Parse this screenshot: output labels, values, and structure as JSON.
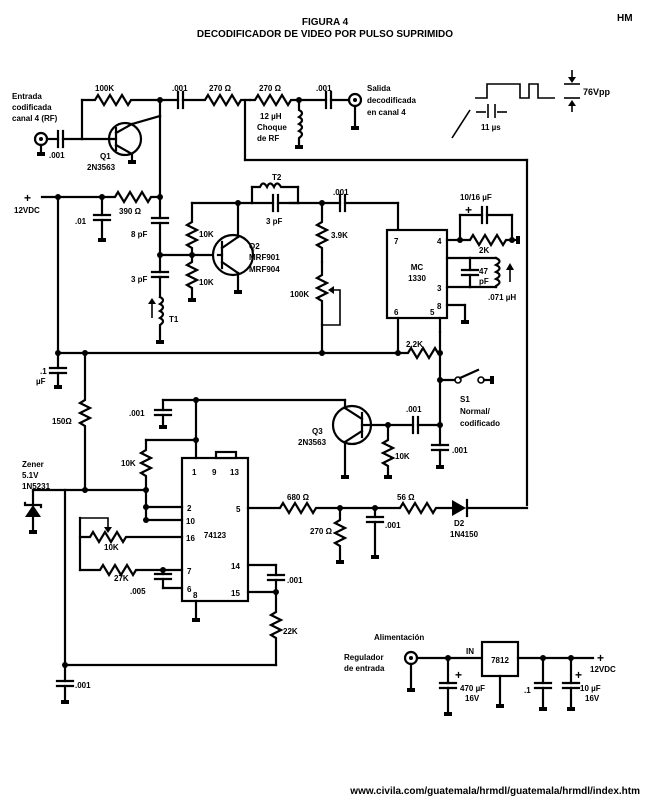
{
  "header": {
    "title": "FIGURA 4",
    "subtitle": "DECODIFICADOR DE VIDEO POR PULSO SUPRIMIDO",
    "initials": "HM"
  },
  "footer": {
    "url": "www.civila.com/guatemala/hrmdl/guatemala/hrmdl/index.htm"
  },
  "labels": {
    "input_line1": "Entrada",
    "input_line2": "codificada",
    "input_line3": "canal 4 (RF)",
    "output_line1": "Salida",
    "output_line2": "decodificada",
    "output_line3": "en canal 4",
    "waveform_amp": "76Vpp",
    "waveform_time": "11 µs",
    "supply_12v": "12VDC",
    "supply_12v_out": "12VDC",
    "alimentacion": "Alimentación",
    "regulador_line1": "Regulador",
    "regulador_line2": "de entrada",
    "in_label": "IN",
    "switch_name": "S1",
    "switch_line1": "Normal/",
    "switch_line2": "codificado",
    "zener_line1": "Zener",
    "zener_line2": "5.1V",
    "zener_line3": "1N5231",
    "choke_line1": "12 µH",
    "choke_line2": "Choque",
    "choke_line3": "de RF"
  },
  "components": {
    "r_100k_top": "100K",
    "c_001_top1": ".001",
    "r_270_a": "270 Ω",
    "r_270_b": "270 Ω",
    "c_001_top2": ".001",
    "c_001_in": ".001",
    "q1_name": "Q1",
    "q1_part": "2N3563",
    "r_390": "390 Ω",
    "c_01": ".01",
    "c_8pf": "8 pF",
    "c_3pf_a": "3 pF",
    "t1": "T1",
    "t2": "T2",
    "c_3pf_b": "3 pF",
    "r_10k_q2a": "10K",
    "r_10k_q2b": "10K",
    "q2_name": "Q2",
    "q2_part1": "MRF901",
    "q2_part2": "MRF904",
    "c_001_mc": ".001",
    "r_39k": "3.9K",
    "pot_100k": "100K",
    "ic_mc_line1": "MC",
    "ic_mc_line2": "1330",
    "c_1016": "10/16 µF",
    "r_2k": "2K",
    "c_47pf_a": "47",
    "c_47pf_b": "pF",
    "l_071": ".071 µH",
    "c_1uf_a": ".1",
    "c_1uf_b": "µF",
    "r_22k_a": "2.2K",
    "r_150": "150Ω",
    "c_001_left": ".001",
    "q3_name": "Q3",
    "q3_part": "2N3563",
    "c_001_q3": ".001",
    "r_10k_q3": "10K",
    "c_001_sw": ".001",
    "r_10k_ic": "10K",
    "pot_10k": "10K",
    "r_27k": "27K",
    "c_005": ".005",
    "ic_74123": "74123",
    "r_680": "680 Ω",
    "r_270_c": "270 Ω",
    "c_001_mid": ".001",
    "r_56": "56 Ω",
    "d2_name": "D2",
    "d2_part": "1N4150",
    "c_001_14": ".001",
    "r_22k_b": "22K",
    "c_001_bot": ".001",
    "reg_part": "7812",
    "c_470_a": "470 µF",
    "c_470_b": "16V",
    "c_01_reg": ".1",
    "c_10_a": "10 µF",
    "c_10_b": "16V"
  },
  "pins": {
    "mc_7": "7",
    "mc_4": "4",
    "mc_3": "3",
    "mc_8": "8",
    "mc_6": "6",
    "mc_5": "5",
    "ic_1": "1",
    "ic_9": "9",
    "ic_13": "13",
    "ic_2": "2",
    "ic_10": "10",
    "ic_16": "16",
    "ic_5": "5",
    "ic_7": "7",
    "ic_6": "6",
    "ic_14": "14",
    "ic_15": "15",
    "ic_8": "8"
  },
  "signs": {
    "plus": "+"
  }
}
